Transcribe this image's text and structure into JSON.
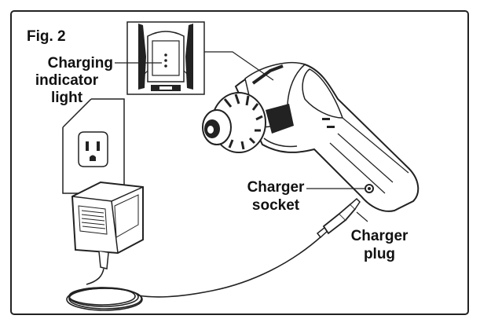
{
  "figure": {
    "label": "Fig. 2",
    "callouts": {
      "charging_indicator": [
        "Charging",
        "indicator",
        "light"
      ],
      "charger_socket": [
        "Charger",
        "socket"
      ],
      "charger_plug": [
        "Charger",
        "plug"
      ]
    }
  }
}
